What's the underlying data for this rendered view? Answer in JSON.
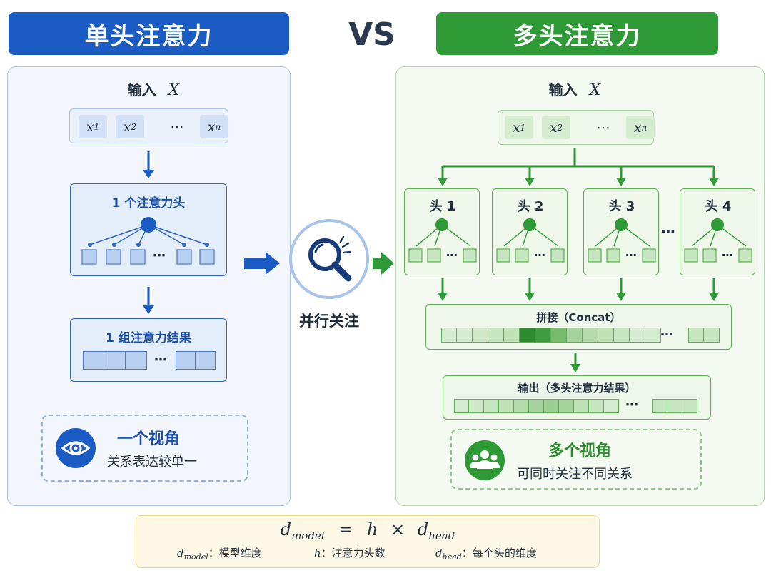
{
  "single": {
    "title": "单头注意力",
    "input_label": "输入",
    "input_symbol": "X",
    "tokens": [
      {
        "base": "x",
        "sub": "1"
      },
      {
        "base": "x",
        "sub": "2"
      },
      {
        "base": "⋯",
        "sub": ""
      },
      {
        "base": "x",
        "sub": "n"
      }
    ],
    "head_title": "1 个注意力头",
    "result_title": "1 组注意力结果",
    "ellipsis": "⋯",
    "view_title": "一个视角",
    "view_desc": "关系表达较单一"
  },
  "vs_label": "VS",
  "middle": {
    "label": "并行关注"
  },
  "multi": {
    "title": "多头注意力",
    "input_label": "输入",
    "input_symbol": "X",
    "tokens": [
      {
        "base": "x",
        "sub": "1"
      },
      {
        "base": "x",
        "sub": "2"
      },
      {
        "base": "⋯",
        "sub": ""
      },
      {
        "base": "x",
        "sub": "n"
      }
    ],
    "heads": [
      "头 1",
      "头 2",
      "头 3",
      "头 4"
    ],
    "ellipsis": "⋯",
    "concat_title": "拼接（Concat）",
    "output_title": "输出（多头注意力结果）",
    "view_title": "多个视角",
    "view_desc": "可同时关注不同关系"
  },
  "formula": {
    "lhs_base": "d",
    "lhs_sub": "model",
    "eq": "=",
    "h": "h",
    "times": "×",
    "rhs_base": "d",
    "rhs_sub": "head",
    "legend": [
      {
        "sym": "d",
        "sub": "model",
        "desc": "：模型维度"
      },
      {
        "sym": "h",
        "sub": "",
        "desc": "：注意力头数"
      },
      {
        "sym": "d",
        "sub": "head",
        "desc": "：每个头的维度"
      }
    ]
  },
  "colors": {
    "blue": "#1a5bc4",
    "green": "#2e9a36",
    "formula_bg": "#fdf8e6",
    "formula_border": "#f0d88a"
  }
}
